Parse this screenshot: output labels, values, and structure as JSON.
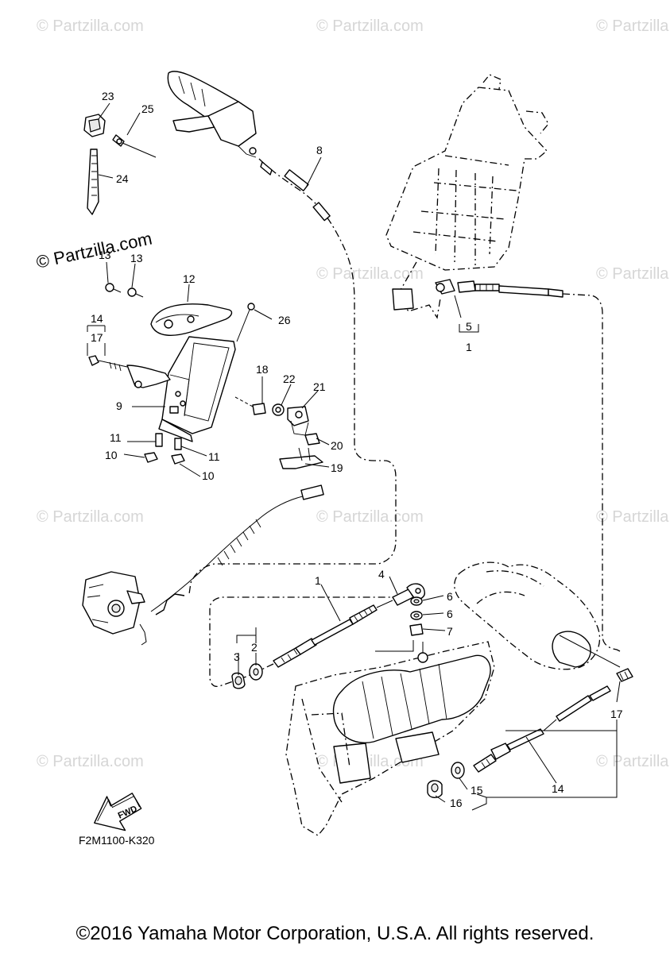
{
  "watermark": {
    "text": "© Partzilla.com",
    "primary": "© Partzilla.com"
  },
  "diagram_code": "F2M1100-K320",
  "fwd_label": "FWD",
  "copyright": "©2016 Yamaha Motor Corporation, U.S.A. All rights reserved.",
  "callouts": {
    "c1a": "1",
    "c1b": "1",
    "c2": "2",
    "c3": "3",
    "c4": "4",
    "c5": "5",
    "c6a": "6",
    "c6b": "6",
    "c7": "7",
    "c8": "8",
    "c9": "9",
    "c10a": "10",
    "c10b": "10",
    "c11a": "11",
    "c11b": "11",
    "c12": "12",
    "c13a": "13",
    "c13b": "13",
    "c14a": "14",
    "c14b": "14",
    "c15": "15",
    "c16": "16",
    "c17a": "17",
    "c17b": "17",
    "c18": "18",
    "c19": "19",
    "c20": "20",
    "c21": "21",
    "c22": "22",
    "c23": "23",
    "c24": "24",
    "c25": "25",
    "c26": "26"
  }
}
